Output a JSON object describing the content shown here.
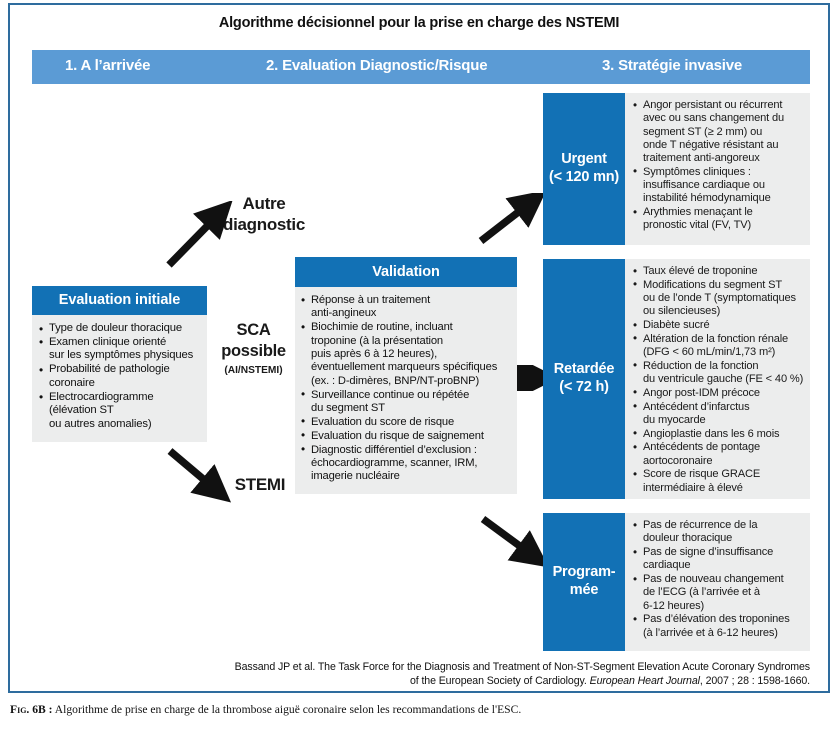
{
  "figure": {
    "title": "Algorithme décisionnel pour la prise en charge des NSTEMI",
    "caption_number": "Fig. 6B :",
    "caption_text": " Algorithme de prise en charge de la thrombose aiguë coronaire selon les recommandations de l'ESC.",
    "citation_line1": "Bassand JP et al. The Task Force for the Diagnosis and Treatment of Non-ST-Segment Elevation Acute Coronary Syndromes",
    "citation_line2_a": "of the European Society of Cardiology. ",
    "citation_line2_journal": "European Heart Journal",
    "citation_line2_b": ", 2007 ; 28 : 1598-1660."
  },
  "colors": {
    "header_bar": "#5b9bd5",
    "panel_header": "#1271b5",
    "panel_body": "#eceded",
    "frame_border": "#2e6c9e"
  },
  "phases": [
    {
      "label": "1. A l’arrivée"
    },
    {
      "label": "2. Evaluation Diagnostic/Risque"
    },
    {
      "label": "3. Stratégie invasive"
    }
  ],
  "evaluation_initiale": {
    "title": "Evaluation initiale",
    "items": [
      {
        "text": "Type de douleur thoracique"
      },
      {
        "text": "Examen clinique orienté",
        "cont": "sur les symptômes physiques"
      },
      {
        "text": "Probabilité de pathologie",
        "cont": "coronaire"
      },
      {
        "text": "Electrocardiogramme",
        "cont": "(élévation ST",
        "cont2": "ou autres anomalies)"
      }
    ]
  },
  "branch_labels": {
    "autre_diagnostic": "Autre\ndiagnostic",
    "autre_diagnostic_line1": "Autre",
    "autre_diagnostic_line2": "diagnostic",
    "sca_line1": "SCA",
    "sca_line2": "possible",
    "sca_sub": "(AI/NSTEMI)",
    "stemi": "STEMI"
  },
  "validation": {
    "title": "Validation",
    "items": [
      {
        "text": "Réponse à un traitement",
        "cont": "anti-angineux"
      },
      {
        "text": "Biochimie de routine, incluant",
        "cont": "troponine (à la présentation",
        "cont2": "puis après 6 à 12 heures),",
        "cont3": "éventuellement marqueurs spécifiques",
        "cont4": "(ex. : D-dimères, BNP/NT-proBNP)"
      },
      {
        "text": "Surveillance continue ou répétée",
        "cont": "du segment ST"
      },
      {
        "text": "Evaluation du score de risque"
      },
      {
        "text": "Evaluation du risque de saignement"
      },
      {
        "text": "Diagnostic différentiel d’exclusion :",
        "cont": "échocardiogramme, scanner, IRM,",
        "cont2": "imagerie nucléaire"
      }
    ]
  },
  "strategies": [
    {
      "name": "urgent",
      "head_line1": "Urgent",
      "head_line2": "(< 120 mn)",
      "items": [
        {
          "text": "Angor persistant ou récurrent",
          "cont": "avec ou sans changement du",
          "cont2": "segment ST (≥ 2 mm) ou",
          "cont3": "onde T négative résistant au",
          "cont4": "traitement anti-angoreux"
        },
        {
          "text": "Symptômes cliniques :",
          "cont": "insuffisance cardiaque ou",
          "cont2": "instabilité hémodynamique"
        },
        {
          "text": "Arythmies menaçant le",
          "cont": "pronostic vital (FV, TV)"
        }
      ]
    },
    {
      "name": "retardee",
      "head_line1": "Retardée",
      "head_line2": "(< 72 h)",
      "items": [
        {
          "text": "Taux élevé de troponine"
        },
        {
          "text": "Modifications du segment ST",
          "cont": "ou de l’onde T (symptomatiques",
          "cont2": "ou silencieuses)"
        },
        {
          "text": "Diabète sucré"
        },
        {
          "text": "Altération de la fonction rénale",
          "cont": "(DFG < 60 mL/min/1,73 m²)"
        },
        {
          "text": "Réduction de la fonction",
          "cont": "du ventricule gauche  (FE < 40 %)"
        },
        {
          "text": "Angor post-IDM précoce"
        },
        {
          "text": "Antécédent d’infarctus",
          "cont": "du myocarde"
        },
        {
          "text": "Angioplastie dans les 6 mois"
        },
        {
          "text": "Antécédents de pontage",
          "cont": "aortocoronaire"
        },
        {
          "text": "Score de risque GRACE",
          "cont": "intermédiaire à élevé"
        }
      ]
    },
    {
      "name": "programmee",
      "head_line1": "Program-",
      "head_line2": "mée",
      "items": [
        {
          "text": "Pas de récurrence de la",
          "cont": "douleur thoracique"
        },
        {
          "text": "Pas de signe d’insuffisance",
          "cont": "cardiaque"
        },
        {
          "text": "Pas de nouveau changement",
          "cont": "de l’ECG (à l’arrivée et à",
          "cont2": "6-12 heures)"
        },
        {
          "text": "Pas d’élévation des troponines",
          "cont": "(à l’arrivée et à 6-12 heures)"
        }
      ]
    }
  ]
}
